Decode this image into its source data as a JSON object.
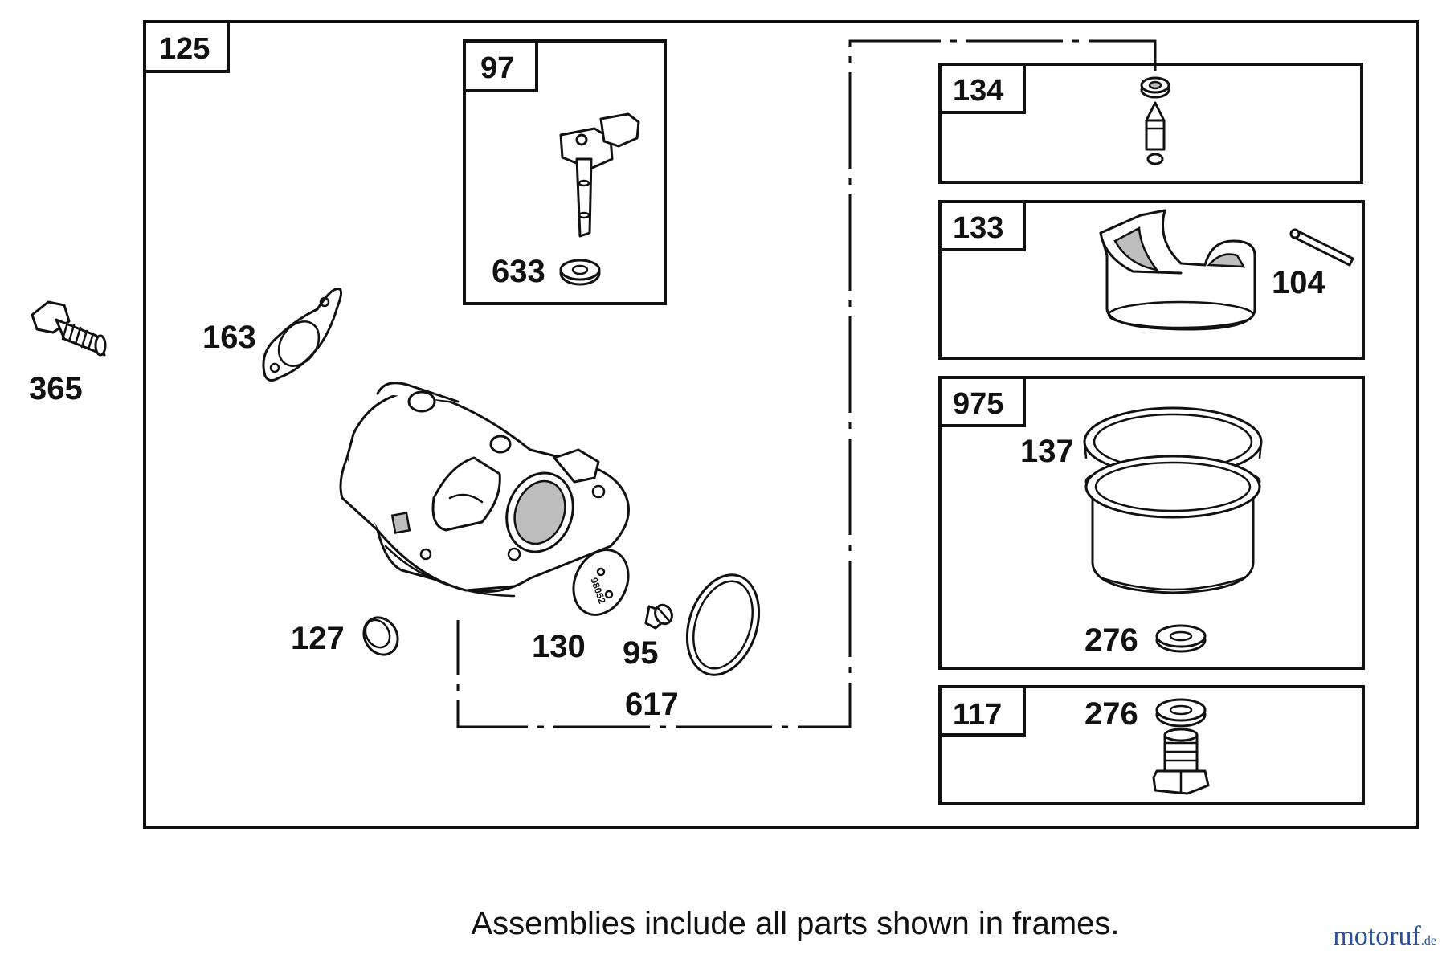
{
  "diagram": {
    "frames": {
      "main": "125",
      "choke": "97",
      "needle": "134",
      "float": "133",
      "bowl": "975",
      "drain": "117"
    },
    "parts": {
      "bolt": "365",
      "gasket_top": "163",
      "plug": "127",
      "choke_plate": "130",
      "screw": "95",
      "o_ring": "617",
      "choke_washer": "633",
      "float_pin": "104",
      "bowl_gasket": "137",
      "bowl_washer": "276",
      "drain_washer": "276"
    },
    "plate_marking": "98052",
    "caption": "Assemblies include all parts shown in frames."
  },
  "branding": {
    "logo": "motoruf",
    "logo_domain": ".de",
    "logo_color": "#2a4f9e"
  }
}
